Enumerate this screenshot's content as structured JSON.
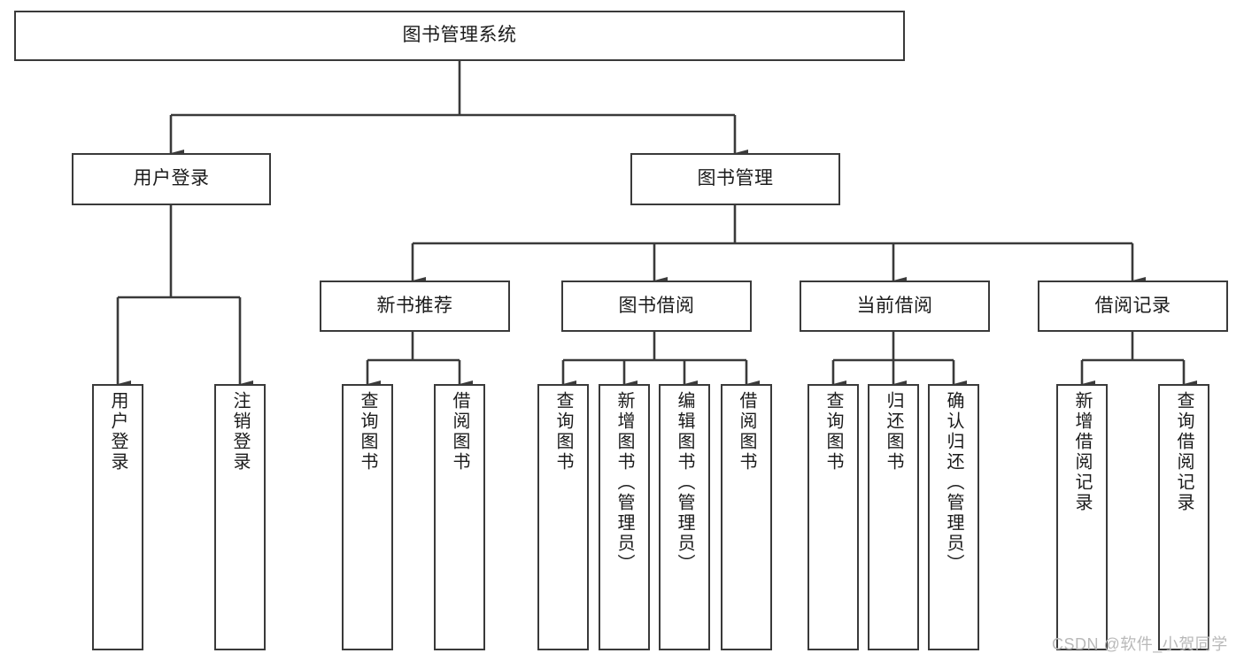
{
  "diagram": {
    "title": "图书管理系统",
    "type": "hierarchy-tree",
    "watermark": "CSDN @软件_小贺同学",
    "colors": {
      "border": "#3a3a3a",
      "text": "#1b1b1b",
      "background": "#ffffff",
      "watermark": "#b9b9b9"
    },
    "levels": {
      "root": {
        "label": "图书管理系统"
      },
      "level2": [
        {
          "label": "用户登录"
        },
        {
          "label": "图书管理"
        }
      ],
      "level3": [
        {
          "label": "新书推荐"
        },
        {
          "label": "图书借阅"
        },
        {
          "label": "当前借阅"
        },
        {
          "label": "借阅记录"
        }
      ],
      "leaves": {
        "user_login": [
          {
            "label": "用户登录"
          },
          {
            "label": "注销登录"
          }
        ],
        "new_book_recommend": [
          {
            "label": "查询图书"
          },
          {
            "label": "借阅图书"
          }
        ],
        "book_borrow": [
          {
            "label": "查询图书"
          },
          {
            "label": "新增图书（管理员）"
          },
          {
            "label": "编辑图书（管理员）"
          },
          {
            "label": "借阅图书"
          }
        ],
        "current_borrow": [
          {
            "label": "查询图书"
          },
          {
            "label": "归还图书"
          },
          {
            "label": "确认归还（管理员）"
          }
        ],
        "borrow_record": [
          {
            "label": "新增借阅记录"
          },
          {
            "label": "查询借阅记录"
          }
        ]
      }
    }
  }
}
